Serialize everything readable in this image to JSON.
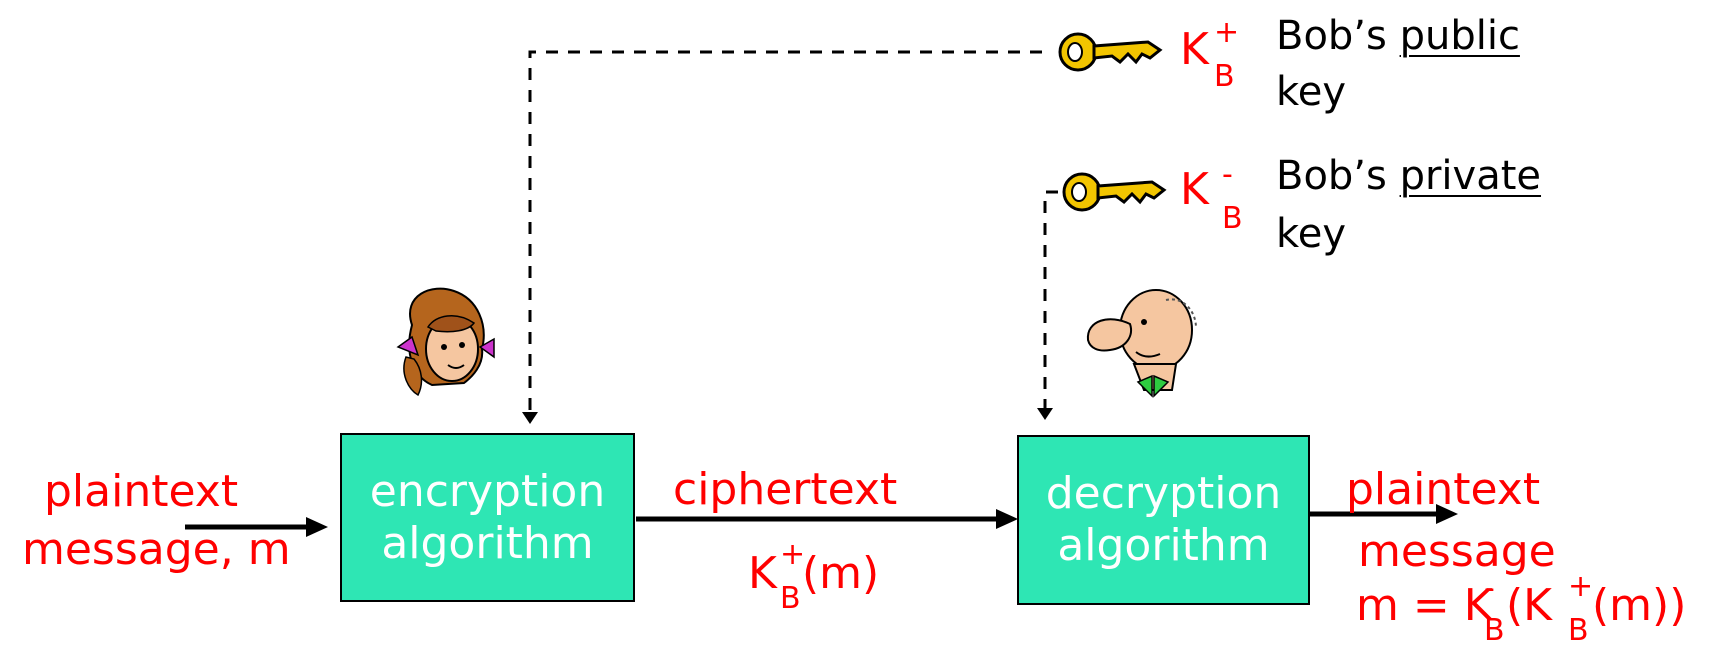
{
  "colors": {
    "red": "#ff0000",
    "box_fill": "#2ee6b4",
    "box_text": "#ffffff",
    "key_gold": "#f2c500"
  },
  "icons": [
    "key-icon",
    "alice-icon",
    "bob-icon"
  ],
  "left": {
    "line1": "plaintext",
    "line2": "message, m"
  },
  "encryption": {
    "line1": "encryption",
    "line2": "algorithm"
  },
  "cipher": {
    "label": "ciphertext",
    "k": "K",
    "plus": "+",
    "sub": "B",
    "arg": "(m)"
  },
  "decryption": {
    "line1": "decryption",
    "line2": "algorithm"
  },
  "right": {
    "line1": "plaintext",
    "line2": "message",
    "eq": "m = K",
    "minus": "-",
    "sub": "B",
    "open": "(K",
    "plus": "+",
    "sub2": "B",
    "close": "(m))"
  },
  "public_key": {
    "k": "K",
    "plus": "+",
    "sub": "B",
    "desc_prefix": "Bob’s ",
    "desc_u": "public",
    "desc2": "key"
  },
  "private_key": {
    "k": "K",
    "minus": "-",
    "sub": "B",
    "desc_prefix": "Bob’s ",
    "desc_u": "private",
    "desc2": "key"
  }
}
